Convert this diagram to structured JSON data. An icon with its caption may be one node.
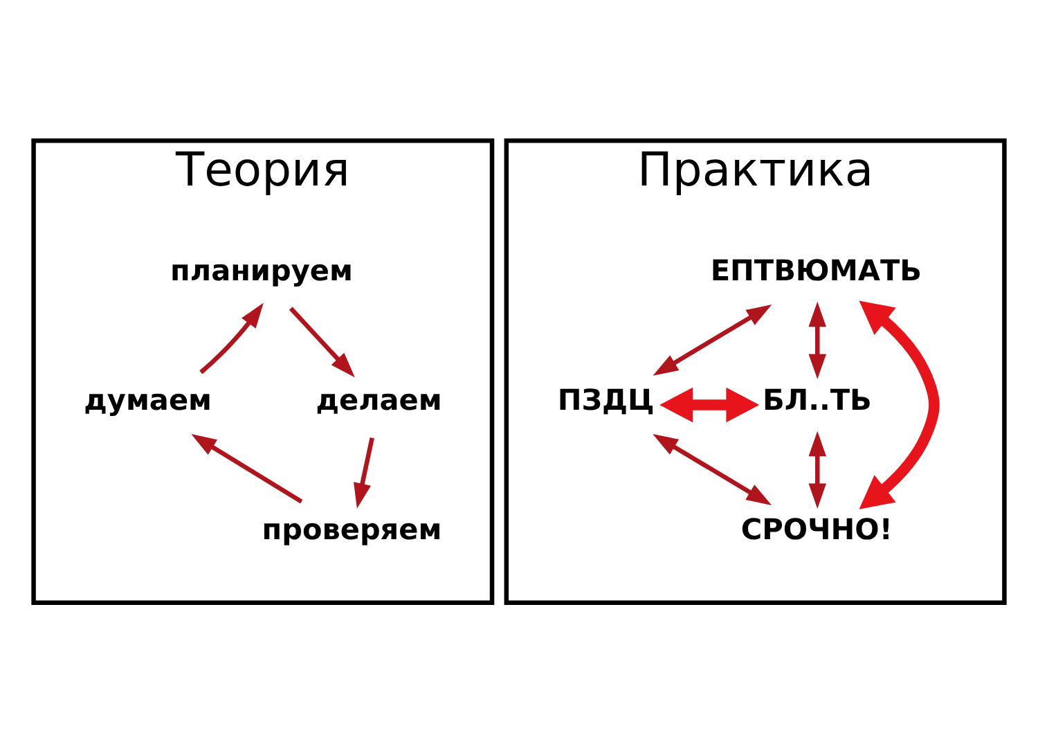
{
  "diagram": {
    "nodes": [
      {
        "text": [
          "Теория"
        ]
      },
      {
        "text": [
          "Практика"
        ]
      },
      {
        "text": [
          "планируем"
        ],
        "in": 0
      },
      {
        "text": [
          "думаем"
        ],
        "in": 0
      },
      {
        "text": [
          "делаем"
        ],
        "in": 0
      },
      {
        "text": [
          "проверяем"
        ],
        "in": 0
      },
      {
        "text": [
          "ЕПТВЮМАТЬ"
        ],
        "in": 1
      },
      {
        "text": [
          "ПЗДЦ"
        ],
        "in": 1
      },
      {
        "text": [
          "БЛ..ТЬ"
        ],
        "in": 1
      },
      {
        "text": [
          "СРОЧНО!"
        ],
        "in": 1
      }
    ],
    "edges": [
      {
        "from": 2,
        "to": 4,
        "arrow": "to"
      },
      {
        "from": 4,
        "to": 5,
        "arrow": "to"
      },
      {
        "from": 5,
        "to": 3,
        "arrow": "to"
      },
      {
        "from": 3,
        "to": 2,
        "arrow": "to"
      },
      {
        "from": 6,
        "to": 7,
        "arrow": "both"
      },
      {
        "from": 6,
        "to": 8,
        "arrow": "both"
      },
      {
        "from": 7,
        "to": 9,
        "arrow": "both"
      },
      {
        "from": 8,
        "to": 9,
        "arrow": "both"
      },
      {
        "from": 6,
        "to": 9,
        "arrow": "both",
        "style": "thick",
        "color": "#e8141c"
      },
      {
        "from": 7,
        "to": 8,
        "arrow": "both",
        "style": "thick",
        "color": "#e8141c"
      }
    ]
  }
}
